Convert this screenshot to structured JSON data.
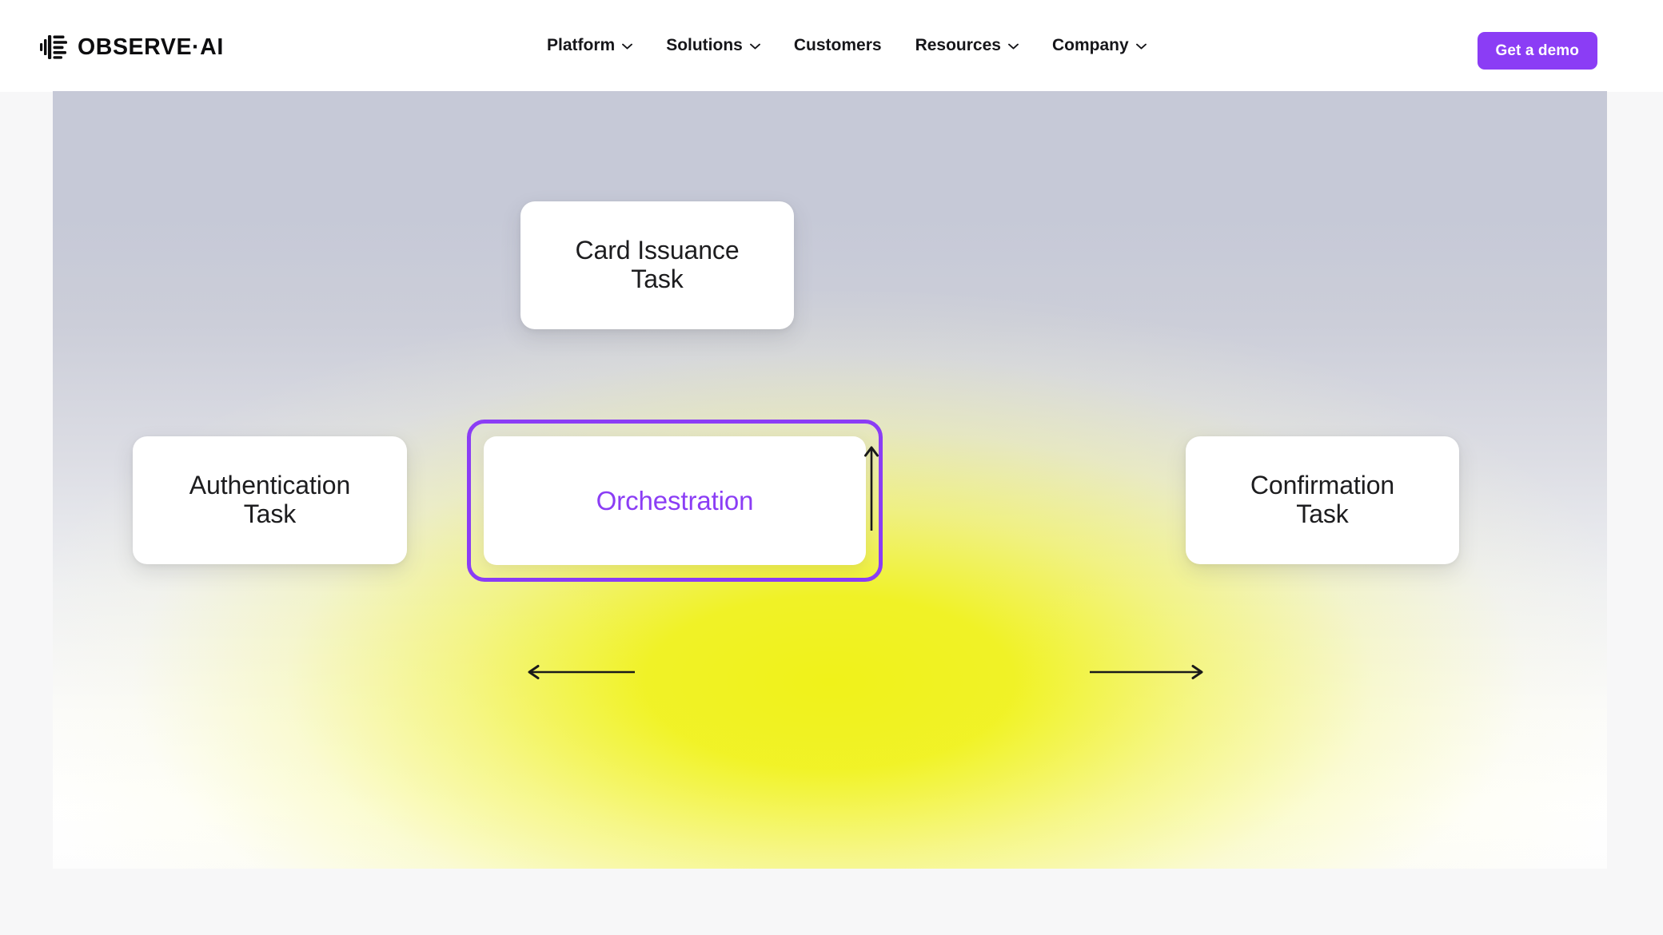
{
  "header": {
    "brand": {
      "mark_icon": "audio-waveform-icon",
      "wordmark": "OBSERVE·AI"
    },
    "nav_items": [
      {
        "label": "Platform",
        "has_dropdown": true,
        "icon": "chevron-down-icon"
      },
      {
        "label": "Solutions",
        "has_dropdown": true,
        "icon": "chevron-down-icon"
      },
      {
        "label": "Customers",
        "has_dropdown": false,
        "icon": ""
      },
      {
        "label": "Resources",
        "has_dropdown": true,
        "icon": "chevron-down-icon"
      },
      {
        "label": "Company",
        "has_dropdown": true,
        "icon": "chevron-down-icon"
      }
    ],
    "cta": {
      "label": "Get a demo"
    }
  },
  "diagram": {
    "center": {
      "label": "Orchestration",
      "border_color": "#8b3df5",
      "text_color": "#8b3df5"
    },
    "nodes": [
      {
        "id": "top",
        "label": "Card Issuance\nTask",
        "line1": "Card Issuance",
        "line2": "Task"
      },
      {
        "id": "left",
        "label": "Authentication\nTask",
        "line1": "Authentication",
        "line2": "Task"
      },
      {
        "id": "right",
        "label": "Confirmation\nTask",
        "line1": "Confirmation",
        "line2": "Task"
      }
    ],
    "connectors": [
      {
        "id": "arrow-up",
        "from": "center",
        "to": "top",
        "direction": "up",
        "icon": "arrow-up-icon"
      },
      {
        "id": "arrow-left",
        "from": "center",
        "to": "left",
        "direction": "left",
        "icon": "arrow-left-icon"
      },
      {
        "id": "arrow-right",
        "from": "center",
        "to": "right",
        "direction": "right",
        "icon": "arrow-right-icon"
      }
    ],
    "colors": {
      "glow": "#f0f21a",
      "canvas_top": "#c6c9d7",
      "card_bg": "#ffffff",
      "arrow": "#1a1a1a",
      "accent_purple": "#8b3df5",
      "page_bg": "#f7f7f8"
    }
  }
}
